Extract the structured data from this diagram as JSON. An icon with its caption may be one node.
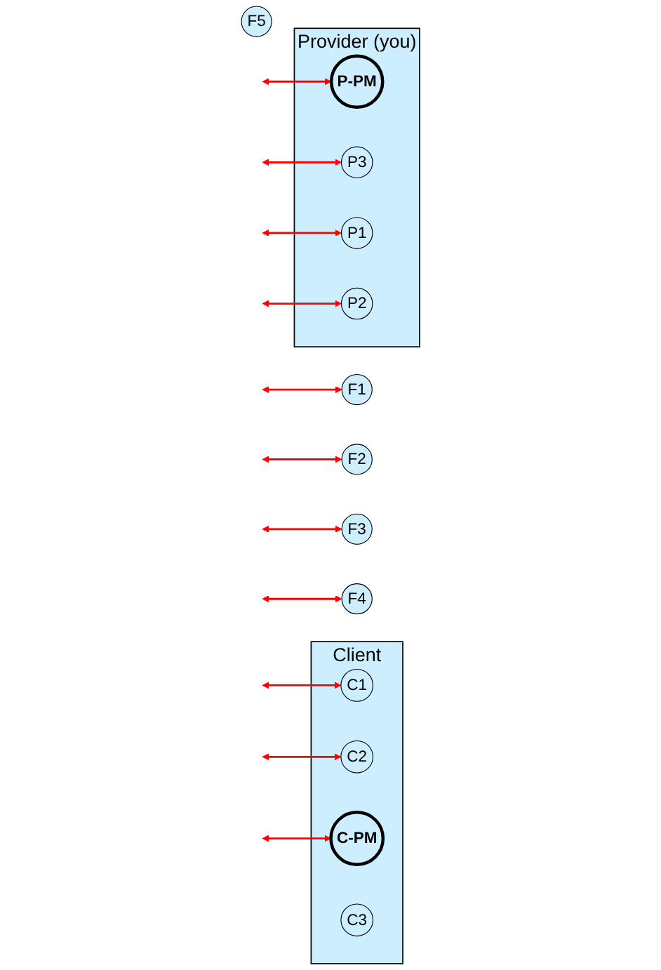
{
  "diagram": {
    "nodes": [
      {
        "text": [
          "Client"
        ]
      },
      {
        "text": [
          "C1"
        ],
        "in": 0
      },
      {
        "text": [
          "C2"
        ],
        "in": 0
      },
      {
        "text": [
          "C-PM"
        ],
        "in": 0
      },
      {
        "text": [
          "C3"
        ],
        "in": 0
      },
      {
        "text": [
          "Provider (you)"
        ]
      },
      {
        "text": [
          "P-PM"
        ],
        "in": 5
      },
      {
        "text": [
          "P3"
        ],
        "in": 5
      },
      {
        "text": [
          "P1"
        ],
        "in": 5
      },
      {
        "text": [
          "P2"
        ],
        "in": 5
      },
      {
        "text": [
          "F1"
        ]
      },
      {
        "text": [
          "F2"
        ]
      },
      {
        "text": [
          "F3"
        ]
      },
      {
        "text": [
          "F4"
        ]
      },
      {
        "text": [
          "F5"
        ]
      }
    ],
    "edges": [
      {
        "from": null,
        "to": 1,
        "arrow": "both"
      },
      {
        "from": null,
        "to": 2,
        "arrow": "both"
      },
      {
        "from": null,
        "to": 3,
        "arrow": "both"
      },
      {
        "from": null,
        "to": 6,
        "arrow": "both"
      },
      {
        "from": null,
        "to": 7,
        "arrow": "both"
      },
      {
        "from": null,
        "to": 8,
        "arrow": "both"
      },
      {
        "from": null,
        "to": 9,
        "arrow": "both"
      },
      {
        "from": null,
        "to": 12,
        "arrow": "both"
      },
      {
        "from": null,
        "to": 13,
        "arrow": "both"
      },
      {
        "from": null,
        "to": 10,
        "arrow": "both"
      },
      {
        "from": null,
        "to": 11,
        "arrow": "both"
      }
    ]
  }
}
